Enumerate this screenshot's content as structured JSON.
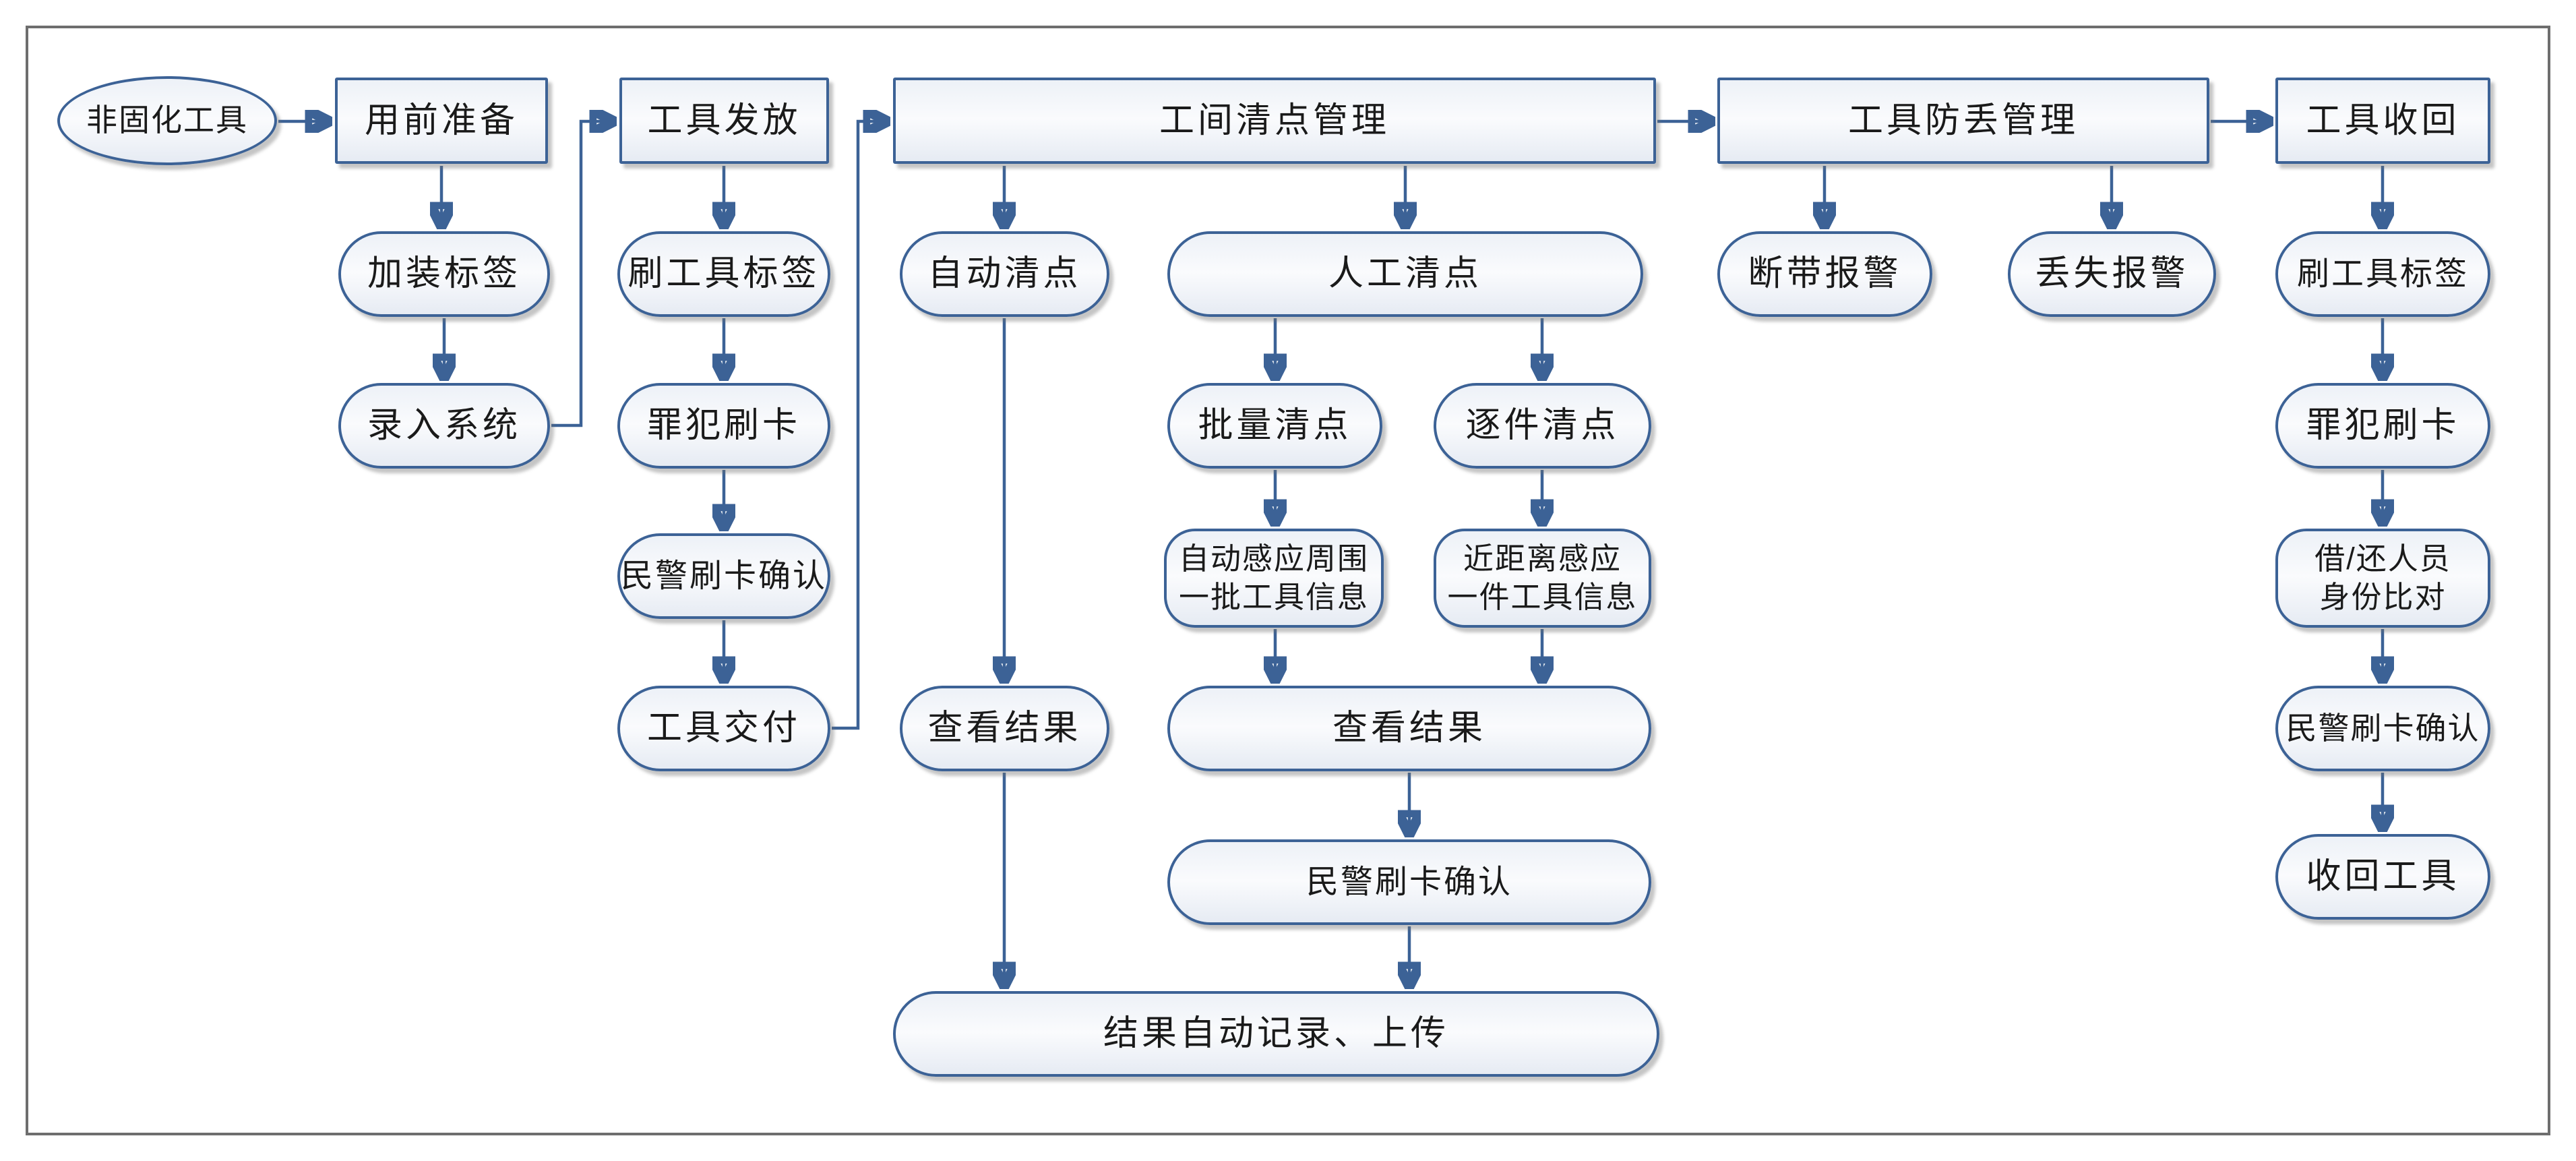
{
  "colors": {
    "node_border": "#3c6296",
    "node_fill_top": "#edf1f7",
    "node_fill_bottom": "#e6ebf3",
    "frame_border": "#6e6e6e",
    "text": "#1a1a1a"
  },
  "diagram": {
    "nodes": {
      "start": {
        "label": "非固化工具",
        "shape": "ellipse"
      },
      "prep": {
        "label": "用前准备",
        "shape": "rect"
      },
      "add_tag": {
        "label": "加装标签",
        "shape": "rounded"
      },
      "enter_system": {
        "label": "录入系统",
        "shape": "rounded"
      },
      "issue": {
        "label": "工具发放",
        "shape": "rect"
      },
      "scan_tag_issue": {
        "label": "刷工具标签",
        "shape": "rounded"
      },
      "prisoner_card_issue": {
        "label": "罪犯刷卡",
        "shape": "rounded"
      },
      "police_confirm_issue": {
        "label": "民警刷卡确认",
        "shape": "rounded"
      },
      "deliver": {
        "label": "工具交付",
        "shape": "rounded"
      },
      "workshop_count": {
        "label": "工间清点管理",
        "shape": "rect"
      },
      "auto_count": {
        "label": "自动清点",
        "shape": "rounded"
      },
      "manual_count": {
        "label": "人工清点",
        "shape": "rounded"
      },
      "batch_count": {
        "label": "批量清点",
        "shape": "rounded"
      },
      "item_count": {
        "label": "逐件清点",
        "shape": "rounded"
      },
      "batch_sense": {
        "label": "自动感应周围\n一批工具信息",
        "shape": "rounded"
      },
      "item_sense": {
        "label": "近距离感应\n一件工具信息",
        "shape": "rounded"
      },
      "view_result_left": {
        "label": "查看结果",
        "shape": "rounded"
      },
      "view_result_center": {
        "label": "查看结果",
        "shape": "rounded"
      },
      "police_confirm_center": {
        "label": "民警刷卡确认",
        "shape": "rounded"
      },
      "record_upload": {
        "label": "结果自动记录、上传",
        "shape": "rounded"
      },
      "anti_loss": {
        "label": "工具防丢管理",
        "shape": "rect"
      },
      "strap_alarm": {
        "label": "断带报警",
        "shape": "rounded"
      },
      "loss_alarm": {
        "label": "丢失报警",
        "shape": "rounded"
      },
      "recover": {
        "label": "工具收回",
        "shape": "rect"
      },
      "scan_tag_return": {
        "label": "刷工具标签",
        "shape": "rounded"
      },
      "prisoner_card_return": {
        "label": "罪犯刷卡",
        "shape": "rounded"
      },
      "identity_check": {
        "label": "借/还人员\n身份比对",
        "shape": "rounded"
      },
      "police_confirm_return": {
        "label": "民警刷卡确认",
        "shape": "rounded"
      },
      "tool_recovered": {
        "label": "收回工具",
        "shape": "rounded"
      }
    },
    "edges": [
      {
        "from": "start",
        "to": "prep"
      },
      {
        "from": "prep",
        "to": "add_tag"
      },
      {
        "from": "add_tag",
        "to": "enter_system"
      },
      {
        "from": "enter_system",
        "to": "issue"
      },
      {
        "from": "issue",
        "to": "scan_tag_issue"
      },
      {
        "from": "scan_tag_issue",
        "to": "prisoner_card_issue"
      },
      {
        "from": "prisoner_card_issue",
        "to": "police_confirm_issue"
      },
      {
        "from": "police_confirm_issue",
        "to": "deliver"
      },
      {
        "from": "deliver",
        "to": "workshop_count"
      },
      {
        "from": "workshop_count",
        "to": "auto_count"
      },
      {
        "from": "workshop_count",
        "to": "manual_count"
      },
      {
        "from": "manual_count",
        "to": "batch_count"
      },
      {
        "from": "manual_count",
        "to": "item_count"
      },
      {
        "from": "batch_count",
        "to": "batch_sense"
      },
      {
        "from": "item_count",
        "to": "item_sense"
      },
      {
        "from": "batch_sense",
        "to": "view_result_center"
      },
      {
        "from": "item_sense",
        "to": "view_result_center"
      },
      {
        "from": "auto_count",
        "to": "view_result_left"
      },
      {
        "from": "view_result_center",
        "to": "police_confirm_center"
      },
      {
        "from": "police_confirm_center",
        "to": "record_upload"
      },
      {
        "from": "view_result_left",
        "to": "record_upload"
      },
      {
        "from": "workshop_count",
        "to": "anti_loss"
      },
      {
        "from": "anti_loss",
        "to": "strap_alarm"
      },
      {
        "from": "anti_loss",
        "to": "loss_alarm"
      },
      {
        "from": "anti_loss",
        "to": "recover"
      },
      {
        "from": "recover",
        "to": "scan_tag_return"
      },
      {
        "from": "scan_tag_return",
        "to": "prisoner_card_return"
      },
      {
        "from": "prisoner_card_return",
        "to": "identity_check"
      },
      {
        "from": "identity_check",
        "to": "police_confirm_return"
      },
      {
        "from": "police_confirm_return",
        "to": "tool_recovered"
      }
    ]
  }
}
